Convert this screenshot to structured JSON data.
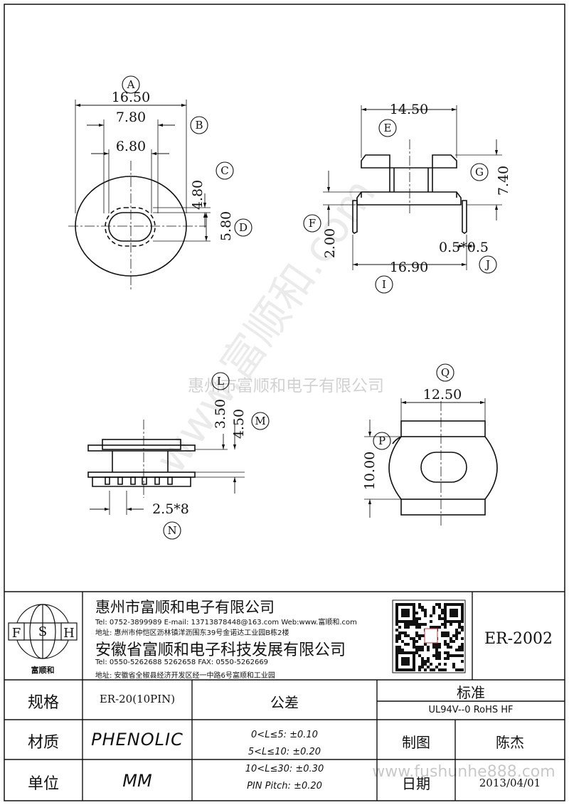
{
  "dims": {
    "a": "16.50",
    "b": "7.80",
    "c": "6.80",
    "d": "4.80",
    "e": "5.80",
    "f": "14.50",
    "g": "7.40",
    "h": "2.00",
    "i": "16.90",
    "j": "0.5*0.5",
    "k": "3.50",
    "l": "4.50",
    "m": "2.5*8",
    "n": "12.50",
    "o": "10.00"
  },
  "bubbles": {
    "a": "A",
    "b": "B",
    "c": "C",
    "d": "D",
    "e": "E",
    "f": "F",
    "g": "G",
    "i": "I",
    "j": "J",
    "l": "L",
    "m": "M",
    "n": "N",
    "p": "P",
    "q": "Q"
  },
  "watermark": {
    "diag": "www.富顺和.com",
    "company": "惠州市富顺和电子有限公司",
    "site": "www.fushunhe888.com"
  },
  "titleblock": {
    "logo_letters": [
      "F",
      "S",
      "H"
    ],
    "logo_caption": "富顺和",
    "company1": "惠州市富顺和电子有限公司",
    "company1_contact": "Tel:  0752-3899989   E-mail: 13713878448@163.com   Web:www.富顺和.com",
    "company1_address": "地址: 惠州市仲恺区沥林镇洋沥围东39号金诺达工业园B栋2楼",
    "company2": "安徽省富顺和电子科技发展有限公司",
    "company2_contact": "Tel:  0550-5262688  5262658      FAX: 0550-5262669",
    "company2_address": "地址: 安徽省全椒县经济开发区经一中路6号富顺和工业园",
    "part_number": "ER-2002",
    "spec_label": "规格",
    "spec_value": "ER-20(10PIN)",
    "tolerance_label": "公差",
    "standard_label": "标准",
    "standard_value": "UL94V--0  RoHS HF",
    "material_label": "材质",
    "material_value": "PHENOLIC",
    "drawn_label": "制图",
    "drawn_value": "陈杰",
    "unit_label": "单位",
    "unit_value": "MM",
    "date_label": "日期",
    "date_value": "2013/04/01",
    "tolerances": [
      "0<L≤5: ±0.10",
      "5<L≤10: ±0.20",
      "10<L≤30: ±0.30",
      "PIN Pitch: ±0.20"
    ]
  }
}
